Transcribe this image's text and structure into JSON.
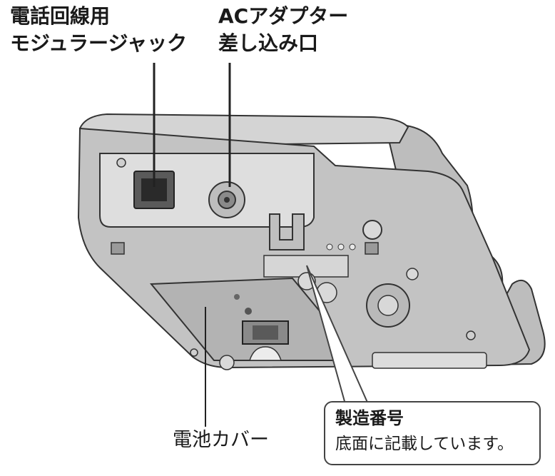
{
  "labels": {
    "modular_jack": {
      "line1": "電話回線用",
      "line2": "モジュラージャック"
    },
    "ac_adapter": {
      "line1": "ACアダプター",
      "line2": "差し込み口"
    },
    "battery_cover": "電池カバー",
    "serial_number": {
      "title": "製造番号",
      "description": "底面に記載しています。"
    }
  },
  "colors": {
    "body_light": "#e6e6e6",
    "body_mid": "#c9c9c9",
    "body_dark": "#9f9f9f",
    "outline": "#333333",
    "leader_line": "#222222"
  }
}
